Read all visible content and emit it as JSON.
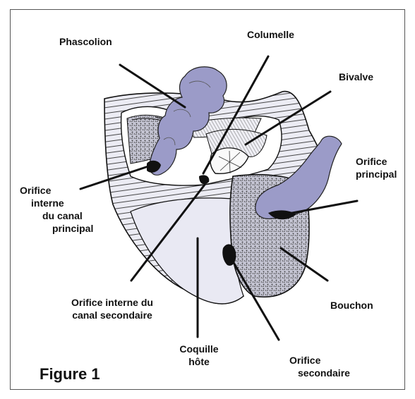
{
  "labels": {
    "phascolion": "Phascolion",
    "columelle": "Columelle",
    "bivalve": "Bivalve",
    "orifice_principal_1": "Orifice",
    "orifice_principal_2": "principal",
    "orifice_interne_canal_principal_1": "Orifice",
    "orifice_interne_canal_principal_2": "interne",
    "orifice_interne_canal_principal_3": "du canal",
    "orifice_interne_canal_principal_4": "principal",
    "orifice_interne_canal_secondaire_1": "Orifice interne du",
    "orifice_interne_canal_secondaire_2": "canal secondaire",
    "bouchon": "Bouchon",
    "coquille_hote_1": "Coquille",
    "coquille_hote_2": "hôte",
    "orifice_secondaire_1": "Orifice",
    "orifice_secondaire_2": "secondaire"
  },
  "figure_caption": "Figure 1",
  "colors": {
    "worm": "#9b9bc8",
    "shell": "#e8e8f2",
    "plug": "#b9b9c9",
    "ink": "#111111",
    "frame": "#555555"
  }
}
